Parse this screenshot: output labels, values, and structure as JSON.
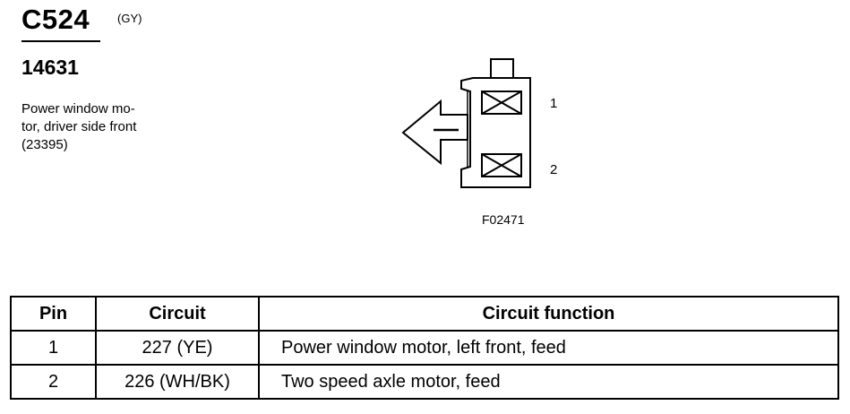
{
  "connector": {
    "id": "C524",
    "color": "(GY)",
    "part_number": "14631",
    "description_lines": [
      "Power window mo-",
      "tor, driver side front",
      "(23395)"
    ]
  },
  "diagram": {
    "pin_labels": [
      "1",
      "2"
    ],
    "figure_code": "F02471"
  },
  "table": {
    "headers": {
      "pin": "Pin",
      "circuit": "Circuit",
      "function": "Circuit function"
    },
    "rows": [
      {
        "pin": "1",
        "circuit": "227 (YE)",
        "function": "Power window motor, left front, feed"
      },
      {
        "pin": "2",
        "circuit": "226 (WH/BK)",
        "function": "Two speed axle motor, feed"
      }
    ]
  }
}
